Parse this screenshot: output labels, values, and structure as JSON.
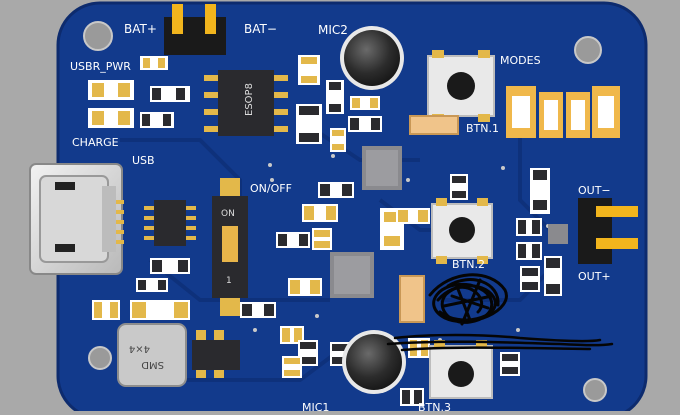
{
  "labels": {
    "bat_plus": "BAT+",
    "bat_minus": "BAT−",
    "mic2": "MIC2",
    "usbr_pwr": "USBR_PWR",
    "charge": "CHARGE",
    "usb": "USB",
    "esop8": "ESOP8",
    "modes": "MODES",
    "btn1": "BTN.1",
    "on_off": "ON/OFF",
    "switch_on": "ON",
    "switch_one": "1",
    "out_minus": "OUT−",
    "out_plus": "OUT+",
    "btn2": "BTN.2",
    "btn3": "BTN.3",
    "mic1": "MIC1",
    "smd_top": "SMD",
    "smd_value": "4×4"
  },
  "colors": {
    "background": "#a9a9a9",
    "board": "#123a8c",
    "board_edge": "#0d2b6e",
    "silkscreen": "#ffffff",
    "pad": "#e3b84a",
    "chip": "#2a2a2e",
    "button_body": "#e9e9e9",
    "gold_pin": "#f2b51d",
    "scribble": "#050505"
  }
}
